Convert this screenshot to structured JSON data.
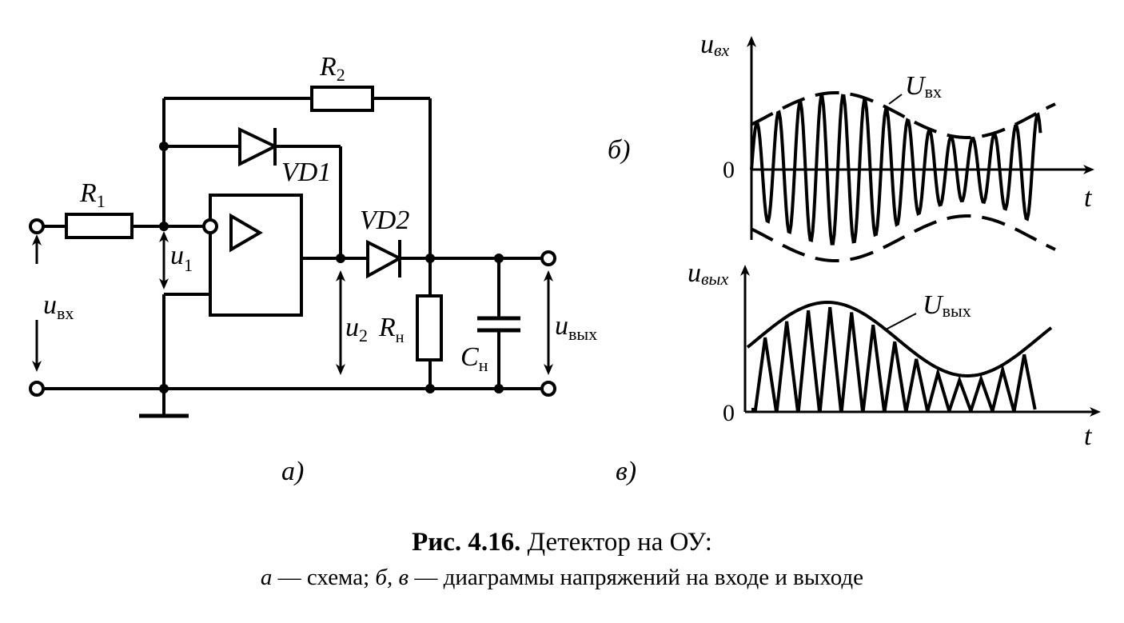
{
  "circuit": {
    "labels": {
      "r1": "R",
      "r1_sub": "1",
      "r2": "R",
      "r2_sub": "2",
      "vd1": "VD1",
      "vd2": "VD2",
      "u1": "u",
      "u1_sub": "1",
      "u2": "u",
      "u2_sub": "2",
      "rn": "R",
      "rn_sub": "н",
      "cn": "C",
      "cn_sub": "н",
      "uin": "u",
      "uin_sub": "вх",
      "uout": "u",
      "uout_sub": "вых"
    },
    "panel_label": "а)"
  },
  "diagram_b": {
    "panel_label": "б)",
    "y_label": "u",
    "y_label_sub": "вх",
    "x_label": "t",
    "zero": "0",
    "envelope_label": "U",
    "envelope_label_sub": "вх"
  },
  "diagram_c": {
    "panel_label": "в)",
    "y_label": "u",
    "y_label_sub": "вых",
    "x_label": "t",
    "zero": "0",
    "envelope_label": "U",
    "envelope_label_sub": "вых"
  },
  "caption": {
    "number": "Рис. 4.16.",
    "title": " Детектор на ОУ:",
    "parts_letters_a": "а",
    "parts_text_1": " — схема; ",
    "parts_letters_bc": "б, в",
    "parts_text_2": " — диаграммы напряжений на входе и выходе"
  }
}
